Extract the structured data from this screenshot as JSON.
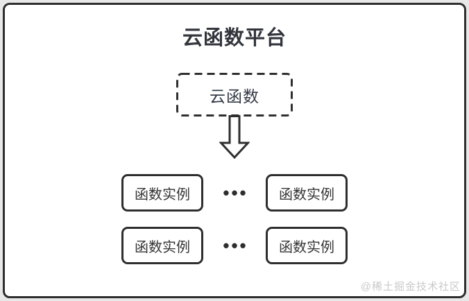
{
  "diagram": {
    "title": "云函数平台",
    "cloud_function": {
      "label": "云函数"
    },
    "ellipsis": "•••",
    "rows": [
      {
        "instances": [
          "函数实例",
          "函数实例"
        ]
      },
      {
        "instances": [
          "函数实例",
          "函数实例"
        ]
      }
    ],
    "watermark": "@稀土掘金技术社区",
    "colors": {
      "stroke": "#2e2e2e",
      "canvas_background": "#e8e8e8",
      "card_background": "#ffffff",
      "title_text": "#32353c",
      "watermark_text": "#c9c9c9"
    }
  }
}
